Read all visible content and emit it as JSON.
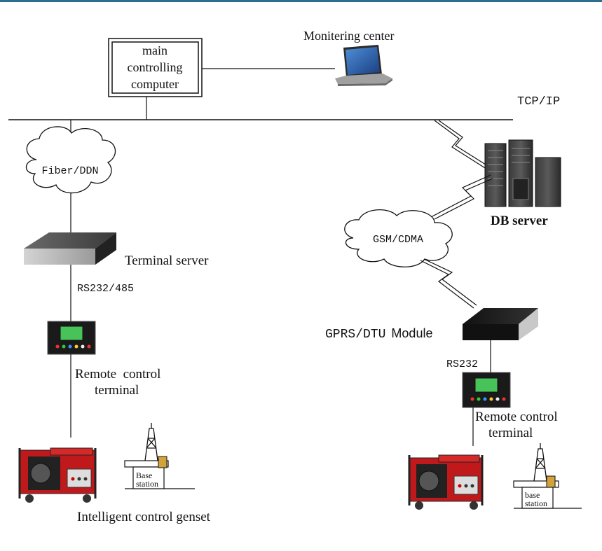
{
  "diagram": {
    "main_computer": [
      "main",
      "controlling",
      "computer"
    ],
    "monitoring_center": "Monitering center",
    "protocol": "TCP/IP",
    "fiber_cloud": "Fiber/DDN",
    "db_server": "DB server",
    "gsm_cloud": "GSM/CDMA",
    "terminal_server": "Terminal server",
    "left_link": "RS232/485",
    "gprs_prefix": "GPRS/DTU",
    "gprs_suffix": "Module",
    "right_link": "RS232",
    "left_terminal": [
      "Remote  control",
      "terminal"
    ],
    "right_terminal": [
      "Remote control",
      "terminal"
    ],
    "left_genset_label": "Intelligent control genset",
    "base_station_left": [
      "Base",
      "station"
    ],
    "base_station_right": [
      "base",
      "station"
    ]
  },
  "colors": {
    "top_border": "#2e6e8e",
    "line": "#111111",
    "genset_red": "#c0191c",
    "lcd_green": "#48c35a"
  }
}
